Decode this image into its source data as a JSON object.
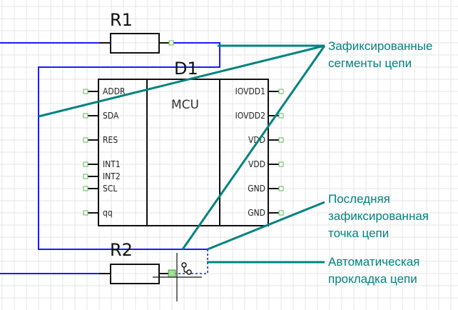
{
  "colors": {
    "background": "#ffffff",
    "grid": "#e6e6e6",
    "wire": "#1a1aff",
    "wire_preview": "#1a1aff",
    "component": "#111111",
    "pin_end": "#5cb85c",
    "annotation": "#00837f"
  },
  "components": {
    "r1": {
      "ref": "R1"
    },
    "r2": {
      "ref": "R2"
    },
    "d1": {
      "ref": "D1",
      "value": "MCU",
      "left_pins": [
        "ADDR",
        "SDA",
        "RES",
        "INT1",
        "INT2",
        "SCL",
        "qq"
      ],
      "right_pins": [
        "IOVDD1",
        "IOVDD2",
        "VDD",
        "VDD",
        "GND",
        "GND"
      ]
    }
  },
  "annotations": {
    "fixed_segments": {
      "line1": "Зафиксированные",
      "line2": "сегменты цепи"
    },
    "last_fixed_point": {
      "line1": "Последняя",
      "line2": "зафиксированная",
      "line3": "точка цепи"
    },
    "auto_routing": {
      "line1": "Автоматическая",
      "line2": "прокладка цепи"
    }
  },
  "cursor": {
    "mode_icon": "route-cursor-icon"
  }
}
